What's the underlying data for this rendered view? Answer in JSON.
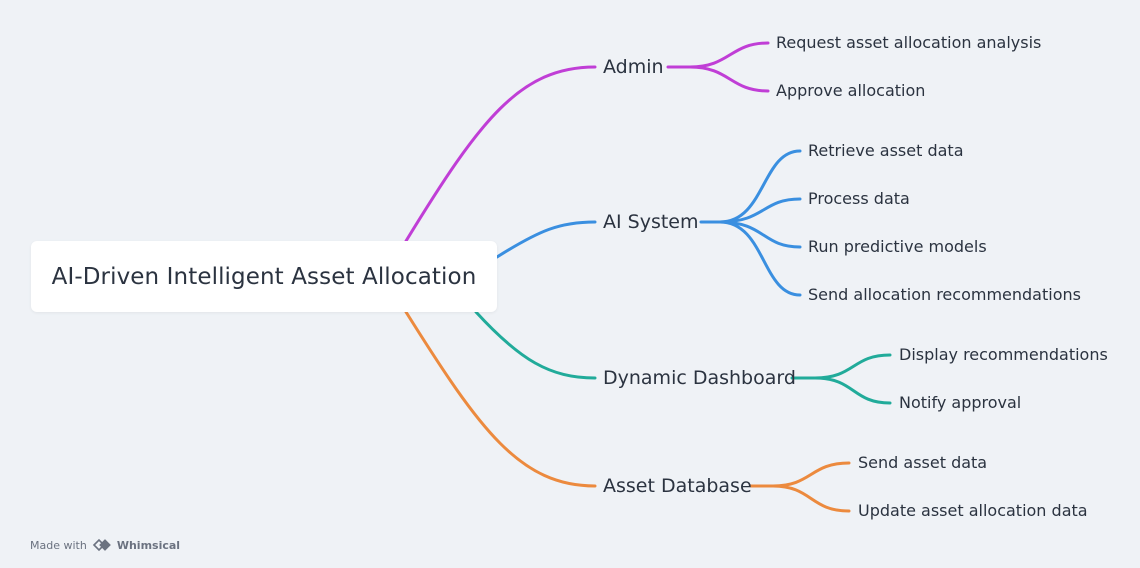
{
  "root": {
    "label": "AI-Driven Intelligent Asset Allocation"
  },
  "branches": [
    {
      "label": "Admin",
      "color": "#c03ed6",
      "children": [
        "Request asset allocation analysis",
        "Approve allocation"
      ]
    },
    {
      "label": "AI System",
      "color": "#3a8fe0",
      "children": [
        "Retrieve asset data",
        "Process data",
        "Run predictive models",
        "Send allocation recommendations"
      ]
    },
    {
      "label": "Dynamic Dashboard",
      "color": "#21ab9a",
      "children": [
        "Display recommendations",
        "Notify approval"
      ]
    },
    {
      "label": "Asset Database",
      "color": "#ec8a3e",
      "children": [
        "Send asset data",
        "Update asset allocation data"
      ]
    }
  ],
  "footer": {
    "made_with": "Made with",
    "brand": "Whimsical",
    "icon": "whimsical-logo-icon"
  }
}
